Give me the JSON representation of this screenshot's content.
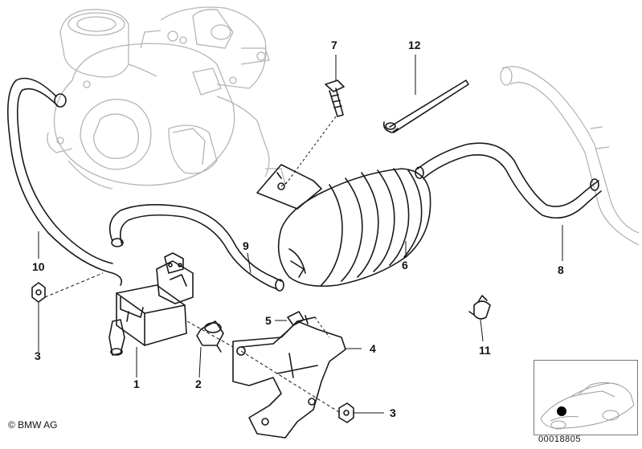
{
  "labels": {
    "p1": "1",
    "p2": "2",
    "p3a": "3",
    "p3b": "3",
    "p4": "4",
    "p5": "5",
    "p6": "6",
    "p7": "7",
    "p8": "8",
    "p9": "9",
    "p10": "10",
    "p11": "11",
    "p12": "12"
  },
  "footer": {
    "copyright": "© BMW AG",
    "reference": "00018805"
  }
}
